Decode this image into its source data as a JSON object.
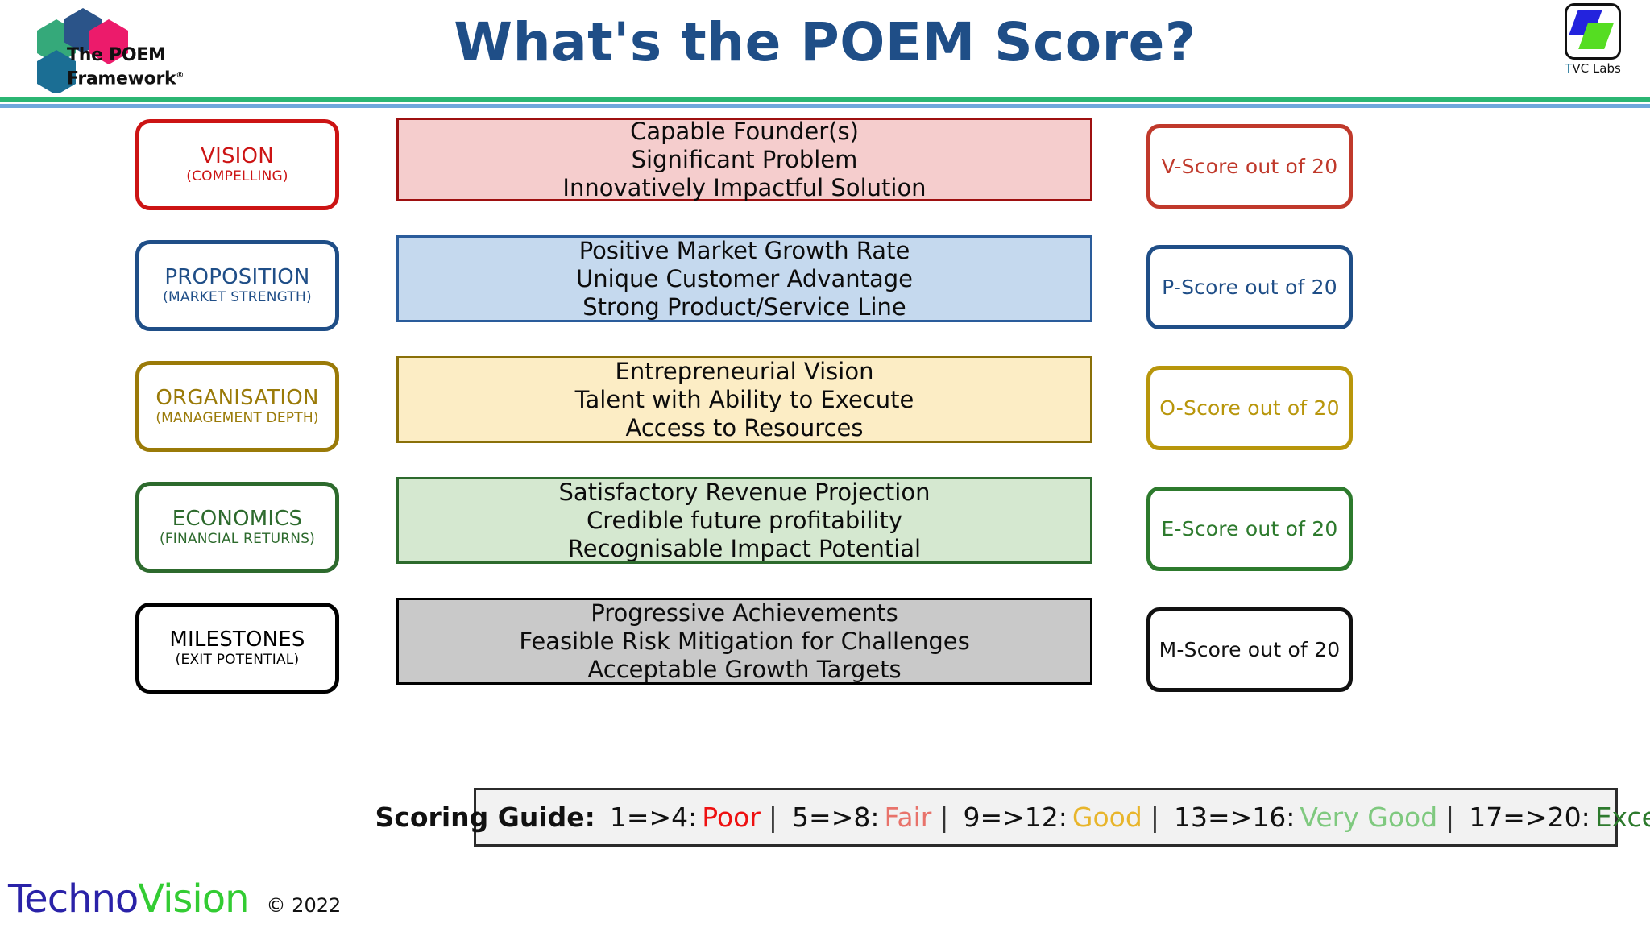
{
  "header": {
    "title": "What's the POEM Score?",
    "brand_logo": {
      "name": "The POEM Framework",
      "line1": "The POEM",
      "line2": "Framework",
      "trademark": "®",
      "hex_colors": [
        "#35A97A",
        "#2B5489",
        "#EC1B6B",
        "#1B6E94"
      ]
    },
    "partner_logo": {
      "label_t": "T",
      "label_rest": "VC Labs",
      "blue": "#2323DD",
      "green": "#55DD22"
    },
    "rules": {
      "green": "#2BB673",
      "blue": "#6FA8DC"
    },
    "title_color": "#1F4E87"
  },
  "matrix": {
    "rows": [
      {
        "key": "vision",
        "pillar_name": "VISION",
        "pillar_sub": "(COMPELLING)",
        "accent": "#CC1414",
        "detail_border": "#9E1010",
        "detail_fill": "#F5CDCD",
        "detail_lines": [
          "Capable Founder(s)",
          "Significant Problem",
          "Innovatively Impactful Solution"
        ],
        "score_label": "V-Score out of 20",
        "score_color": "#C0392B"
      },
      {
        "key": "proposition",
        "pillar_name": "PROPOSITION",
        "pillar_sub": "(MARKET  STRENGTH)",
        "accent": "#1F4E87",
        "detail_border": "#2A5C9B",
        "detail_fill": "#C5D9EE",
        "detail_lines": [
          "Positive Market Growth Rate",
          "Unique Customer Advantage",
          "Strong Product/Service Line"
        ],
        "score_label": "P-Score out of 20",
        "score_color": "#1F4E87"
      },
      {
        "key": "organisation",
        "pillar_name": "ORGANISATION",
        "pillar_sub": "(MANAGEMENT  DEPTH)",
        "accent": "#9A7A08",
        "detail_border": "#8A7008",
        "detail_fill": "#FCEDC5",
        "detail_lines": [
          "Entrepreneurial Vision",
          "Talent with Ability to Execute",
          "Access to Resources"
        ],
        "score_label": "O-Score out of 20",
        "score_color": "#B8960B"
      },
      {
        "key": "economics",
        "pillar_name": "ECONOMICS",
        "pillar_sub": "(FINANCIAL  RETURNS)",
        "accent": "#2D6A2D",
        "detail_border": "#2D6A2D",
        "detail_fill": "#D5E8D0",
        "detail_lines": [
          "Satisfactory Revenue Projection",
          "Credible future profitability",
          "Recognisable Impact Potential"
        ],
        "score_label": "E-Score out of 20",
        "score_color": "#2D7A2D"
      },
      {
        "key": "milestones",
        "pillar_name": "MILESTONES",
        "pillar_sub": "(EXIT POTENTIAL)",
        "accent": "#000000",
        "detail_border": "#000000",
        "detail_fill": "#C9C9C9",
        "detail_lines": [
          "Progressive Achievements",
          "Feasible Risk Mitigation for Challenges",
          "Acceptable Growth Targets"
        ],
        "score_label": "M-Score out of 20",
        "score_color": "#111111"
      }
    ]
  },
  "scoring_guide": {
    "title": "Scoring Guide:",
    "separator": "|",
    "bands": [
      {
        "range": "1=>4:",
        "word": "Poor",
        "color": "#EE1111"
      },
      {
        "range": "5=>8:",
        "word": "Fair",
        "color": "#E8736B"
      },
      {
        "range": "9=>12:",
        "word": "Good",
        "color": "#E8B52B"
      },
      {
        "range": "13=>16:",
        "word": "Very Good",
        "color": "#7FC97F"
      },
      {
        "range": "17=>20:",
        "word": "Excellent",
        "color": "#2D7A2D"
      }
    ]
  },
  "footer": {
    "brand_part1": "Techno",
    "brand_part2": "Vision",
    "copyright": "© 2022"
  }
}
